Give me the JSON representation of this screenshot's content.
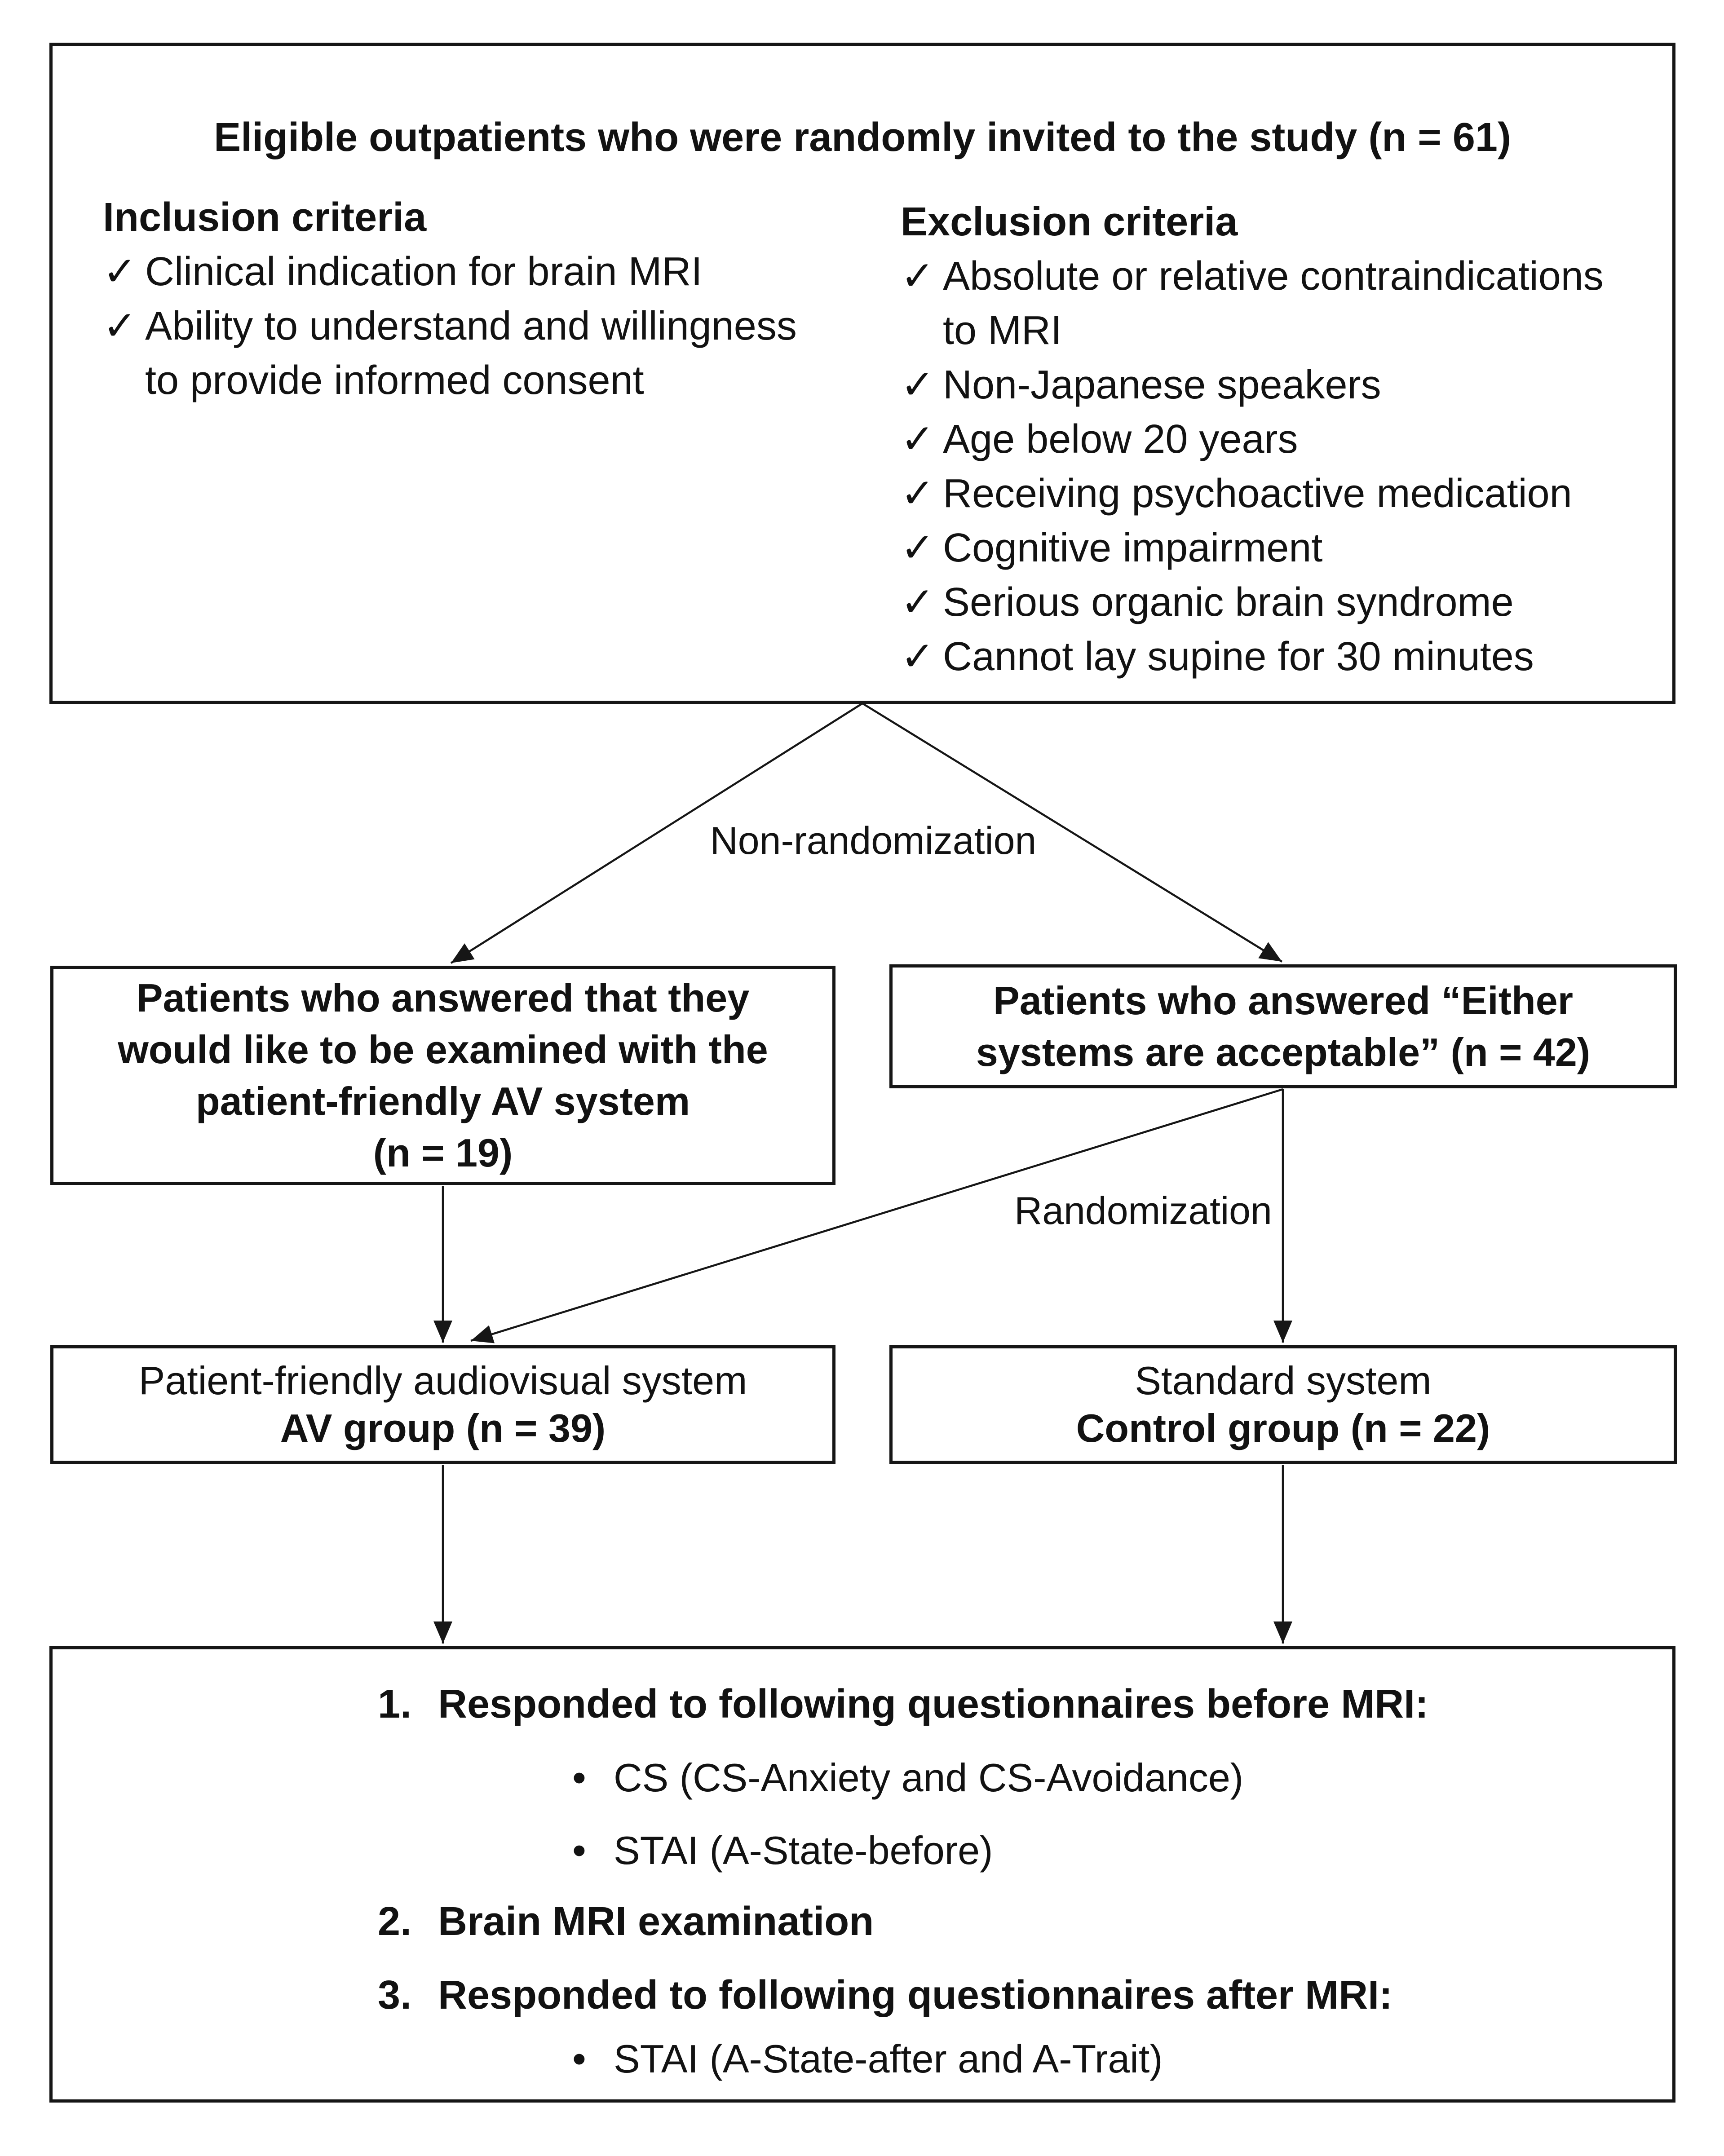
{
  "glyphs": {
    "check": "✓",
    "bullet": "•"
  },
  "colors": {
    "ink": "#161616",
    "background": "#ffffff"
  },
  "top_box": {
    "title": "Eligible outpatients who were randomly invited to the study (n = 61)",
    "inclusion": {
      "heading": "Inclusion criteria",
      "items": [
        "Clinical indication for brain MRI",
        "Ability to understand and willingness\nto provide informed consent"
      ]
    },
    "exclusion": {
      "heading": "Exclusion criteria",
      "items": [
        "Absolute or relative contraindications\nto MRI",
        "Non-Japanese speakers",
        "Age below 20 years",
        "Receiving psychoactive medication",
        "Cognitive impairment",
        "Serious organic brain syndrome",
        "Cannot lay supine for 30 minutes"
      ]
    }
  },
  "flow_labels": {
    "non_randomization": "Non-randomization",
    "randomization": "Randomization"
  },
  "preference_box": {
    "text": "Patients who answered that they\nwould like to be examined with the\npatient-friendly AV system\n(n = 19)"
  },
  "either_box": {
    "text": "Patients who answered “Either\nsystems are acceptable” (n = 42)"
  },
  "av_box": {
    "system": "Patient-friendly audiovisual system",
    "group": "AV group (n = 39)"
  },
  "control_box": {
    "system": "Standard system",
    "group": "Control group (n = 22)"
  },
  "procedure_box": {
    "steps": [
      {
        "marker": "1.",
        "text": "Responded to following questionnaires before MRI:"
      },
      {
        "marker": "•",
        "text": "CS (CS-Anxiety and CS-Avoidance)"
      },
      {
        "marker": "•",
        "text": "STAI (A-State-before)"
      },
      {
        "marker": "2.",
        "text": "Brain MRI examination"
      },
      {
        "marker": "3.",
        "text": "Responded to following questionnaires after MRI:"
      },
      {
        "marker": "•",
        "text": "STAI (A-State-after and A-Trait)"
      }
    ]
  }
}
